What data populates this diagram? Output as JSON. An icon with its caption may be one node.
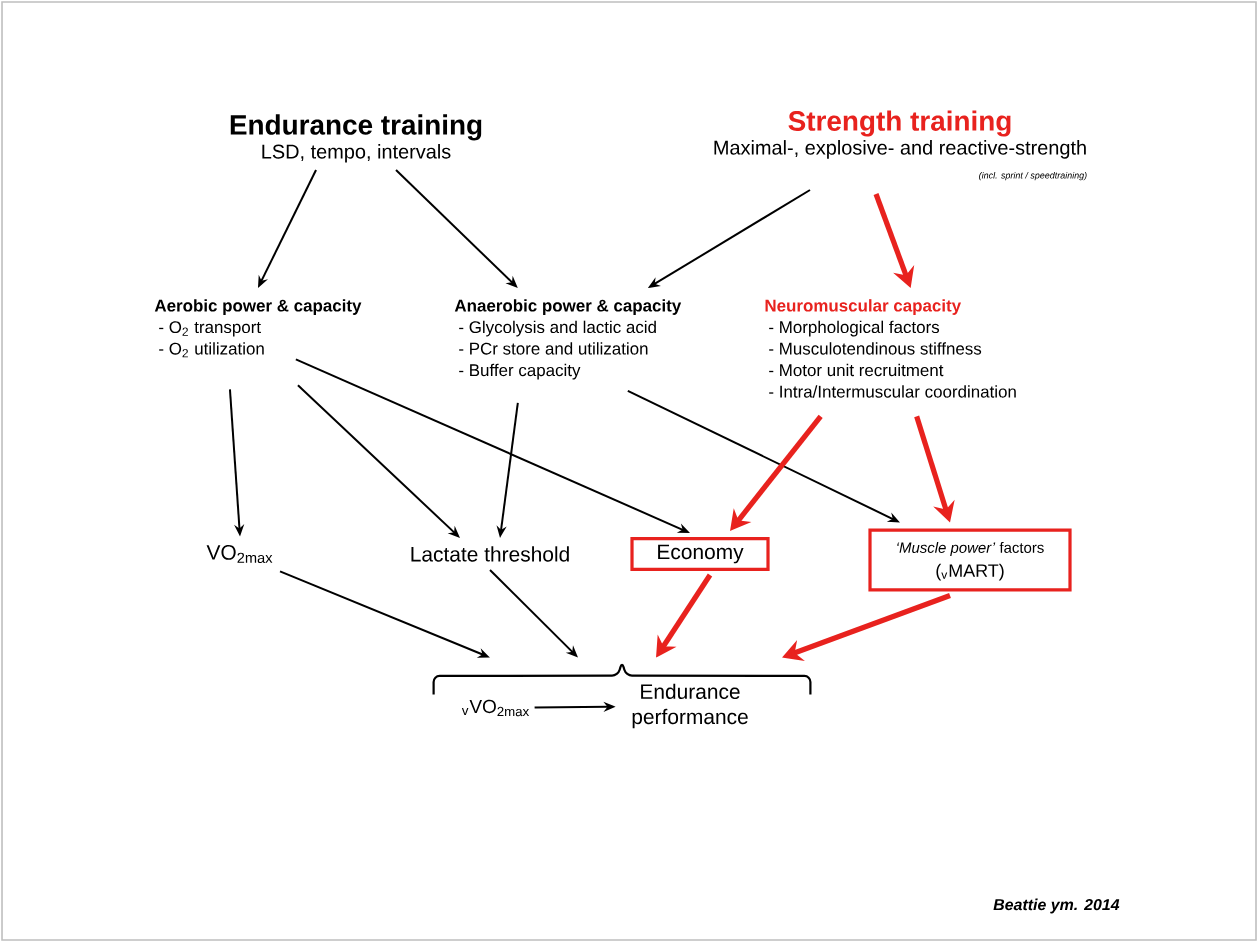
{
  "diagram": {
    "nodes": [
      {
        "text": [
          "Endurance training",
          "LSD, tempo, intervals"
        ]
      },
      {
        "text": [
          "Strength training",
          "Maximal-, explosive- and reactive-strength",
          "(incl. sprint / speedtraining)"
        ]
      },
      {
        "text": [
          "Aerobic power & capacity",
          "- O$_{2}$ transport",
          "- O$_{2}$ utilization"
        ]
      },
      {
        "text": [
          "Anaerobic power & capacity",
          "- Glycolysis and lactic acid",
          "- PCr store and utilization",
          "- Buffer capacity"
        ]
      },
      {
        "text": [
          "Neuromuscular capacity",
          "- Morphological factors",
          "- Musculotendinous stiffness",
          "- Motor unit recruitment",
          "- Intra/Intermuscular coordination"
        ]
      },
      {
        "text": [
          "VO$_{2max}$"
        ]
      },
      {
        "text": [
          "Lactate threshold"
        ]
      },
      {
        "text": [
          "Economy"
        ]
      },
      {
        "text": [
          "*‘Muscle power’* factors",
          "($_{v}$MART)"
        ]
      },
      {
        "text": [],
        "shape": "brace"
      },
      {
        "text": [
          "$_{v}$VO$_{2max}$"
        ]
      },
      {
        "text": [
          "Endurance performance"
        ]
      }
    ],
    "edges": [
      {
        "from": 0,
        "to": 2,
        "arrow": "to"
      },
      {
        "from": 0,
        "to": 3,
        "arrow": "to"
      },
      {
        "from": 1,
        "to": 3,
        "arrow": "to"
      },
      {
        "from": 1,
        "to": 4,
        "arrow": "to",
        "style": "thick",
        "color": "#e8221e"
      },
      {
        "from": 2,
        "to": 5,
        "arrow": "to"
      },
      {
        "from": 2,
        "to": 6,
        "arrow": "to"
      },
      {
        "from": 2,
        "to": 7,
        "arrow": "to"
      },
      {
        "from": 3,
        "to": 6,
        "arrow": "to"
      },
      {
        "from": 3,
        "to": 8,
        "arrow": "to"
      },
      {
        "from": 4,
        "to": 7,
        "arrow": "to",
        "style": "thick",
        "color": "#e8221e"
      },
      {
        "from": 4,
        "to": 8,
        "arrow": "to",
        "style": "thick",
        "color": "#e8221e"
      },
      {
        "from": 5,
        "to": 9,
        "arrow": "to"
      },
      {
        "from": 6,
        "to": 9,
        "arrow": "to"
      },
      {
        "from": 7,
        "to": 9,
        "arrow": "to",
        "style": "thick",
        "color": "#e8221e"
      },
      {
        "from": 8,
        "to": 9,
        "arrow": "to",
        "style": "thick",
        "color": "#e8221e"
      },
      {
        "from": 10,
        "to": 11,
        "arrow": "to"
      }
    ],
    "labels": [
      "Beattie ym. 2014"
    ]
  }
}
